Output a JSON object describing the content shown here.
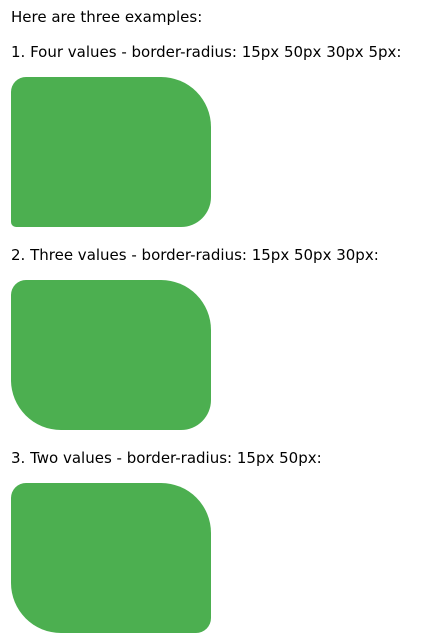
{
  "intro": "Here are three examples:",
  "examples": [
    {
      "caption": "1. Four values - border-radius: 15px 50px 30px 5px:"
    },
    {
      "caption": "2. Three values - border-radius: 15px 50px 30px:"
    },
    {
      "caption": "3. Two values - border-radius: 15px 50px:"
    }
  ],
  "colors": {
    "box_fill": "#4caf50",
    "text": "#000000",
    "background": "#ffffff"
  }
}
